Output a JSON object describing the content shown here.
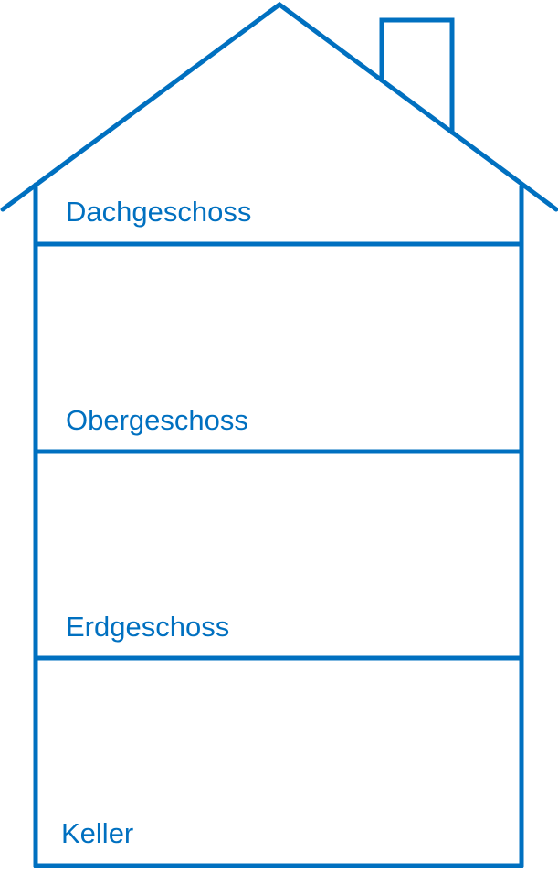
{
  "colors": {
    "line": "#0070c0",
    "background": "#ffffff"
  },
  "floors": [
    {
      "label": "Dachgeschoss"
    },
    {
      "label": "Obergeschoss"
    },
    {
      "label": "Erdgeschoss"
    },
    {
      "label": "Keller"
    }
  ]
}
